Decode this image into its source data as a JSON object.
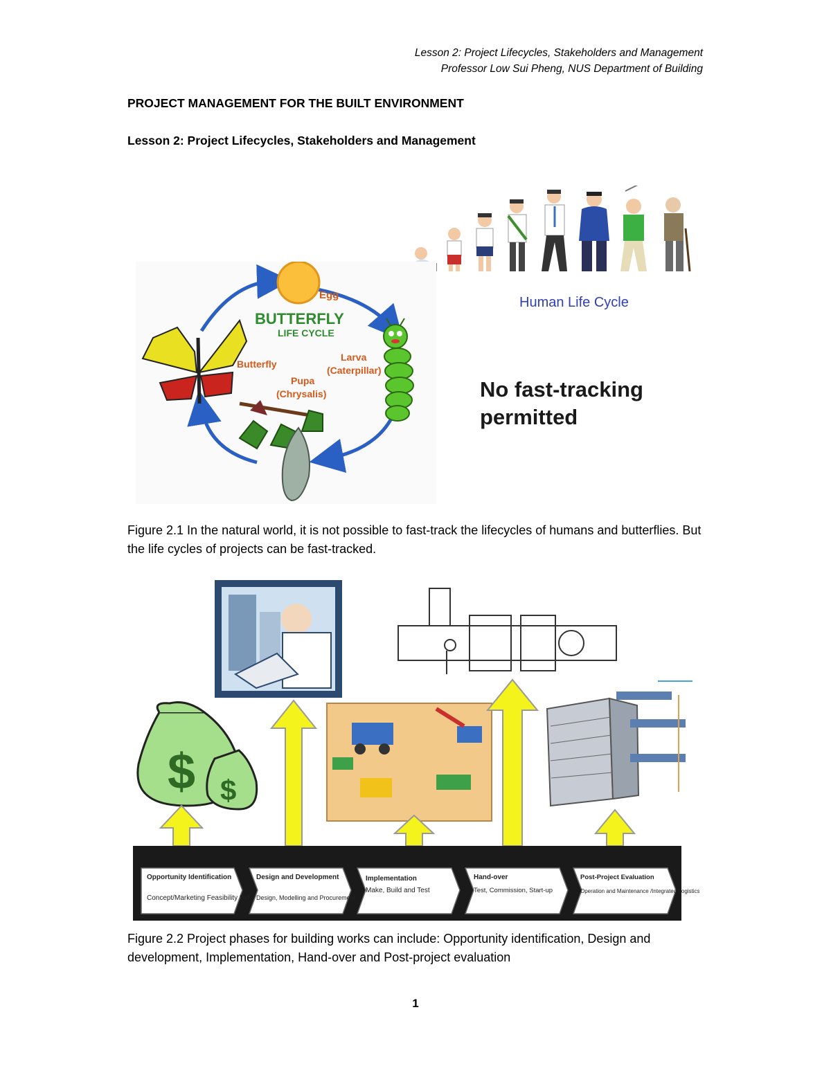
{
  "header": {
    "line1": "Lesson 2: Project Lifecycles, Stakeholders and Management",
    "line2": "Professor Low Sui Pheng, NUS Department of Building"
  },
  "document": {
    "title": "PROJECT MANAGEMENT FOR THE BUILT ENVIRONMENT",
    "lesson_title": "Lesson 2: Project Lifecycles, Stakeholders and Management"
  },
  "figure1": {
    "butterfly_title": "BUTTERFLY",
    "butterfly_subtitle": "LIFE CYCLE",
    "egg": "Egg",
    "larva_line1": "Larva",
    "larva_line2": "(Caterpillar)",
    "pupa_line1": "Pupa",
    "pupa_line2": "(Chrysalis)",
    "butterfly": "Butterfly",
    "human_label": "Human Life Cycle",
    "fast_line1": "No fast-tracking",
    "fast_line2": "permitted",
    "caption": "Figure 2.1 In the natural world, it is not possible to fast-track the lifecycles of humans and butterflies. But the life cycles of projects can be fast-tracked."
  },
  "figure2": {
    "phases": [
      {
        "title": "Opportunity Identification",
        "desc": "Concept/Marketing Feasibility Bid"
      },
      {
        "title": "Design and Development",
        "desc": "Design, Modelling and Procurement"
      },
      {
        "title": "Implementation",
        "desc": "Make, Build and Test"
      },
      {
        "title": "Hand-over",
        "desc": "Test, Commission, Start-up"
      },
      {
        "title": "Post-Project Evaluation",
        "desc": "Operation and Maintenance /Integrated Logistics"
      }
    ],
    "money_symbol": "$",
    "caption": "Figure 2.2 Project phases for building works can include: Opportunity identification, Design and development, Implementation, Hand-over and Post-project evaluation"
  },
  "page_number": "1"
}
